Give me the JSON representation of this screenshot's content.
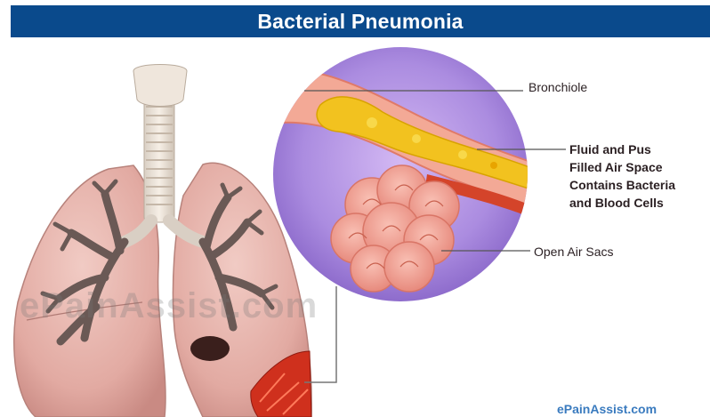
{
  "title": "Bacterial Pneumonia",
  "labels": {
    "bronchiole": "Bronchiole",
    "fluid_lines": [
      "Fluid and Pus",
      "Filled Air Space",
      "Contains Bacteria",
      "and Blood Cells"
    ],
    "open_air_sacs": "Open Air Sacs"
  },
  "watermark": "ePainAssist.com",
  "credit": "ePainAssist.com",
  "colors": {
    "banner": "#0a4a8c",
    "lung": "#e7b4ad",
    "bronchi": "#6b5a57",
    "magnifier": "#a889d8",
    "pus": "#f2c21f",
    "alveoli": "#f0a59a",
    "infection": "#d0341f"
  }
}
